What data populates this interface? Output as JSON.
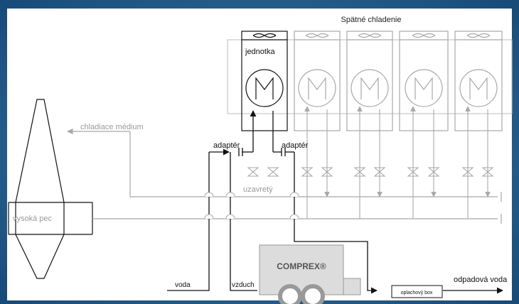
{
  "labels": {
    "back_cooling": "Spätné chladenie",
    "unit": "jednotka",
    "coolant": "chladiace médium",
    "adapter_left": "adaptér",
    "adapter_right": "adaptér",
    "closed": "uzavretý",
    "furnace": "vysoká pec",
    "water": "voda",
    "air": "vzduch",
    "machine": "COMPREX®",
    "rinse_box": "oplachový box",
    "waste_water": "odpadová voda"
  },
  "colors": {
    "background": "#2a6290",
    "panel": "#ffffff",
    "active_line": "#111111",
    "inactive_line": "#a8a8a8",
    "machine_fill": "#dcdcdc"
  },
  "cooling_unit_count": 5,
  "highlighted_unit": 1
}
